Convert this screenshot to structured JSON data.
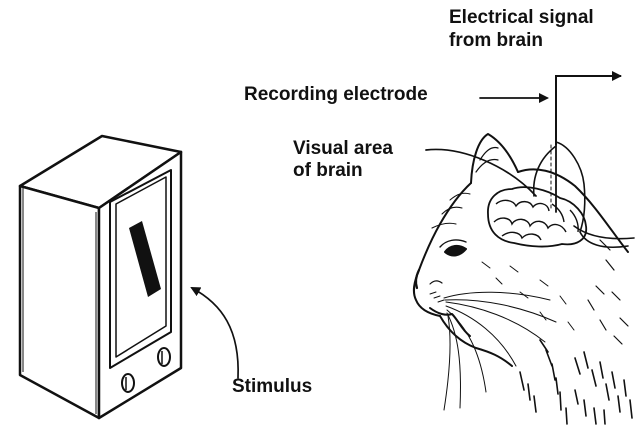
{
  "labels": {
    "signal_line1": "Electrical signal",
    "signal_line2": "from brain",
    "electrode": "Recording electrode",
    "visual_line1": "Visual area",
    "visual_line2": "of brain",
    "stimulus": "Stimulus"
  },
  "colors": {
    "ink": "#111111",
    "paper": "#ffffff"
  }
}
